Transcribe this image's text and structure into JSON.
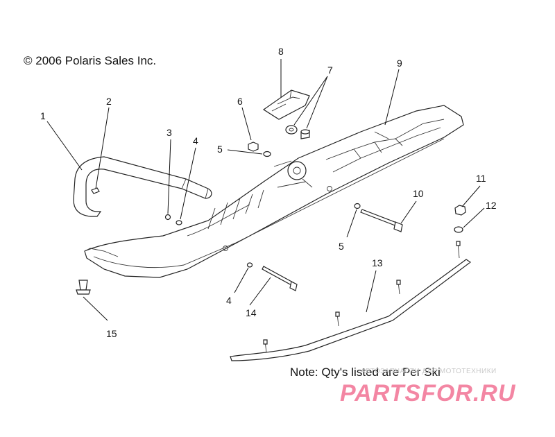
{
  "copyright": "© 2006 Polaris Sales Inc.",
  "note": "Note: Qty's listed are Per Ski",
  "watermark": {
    "subtitle": "АВТОЗАПЧАСТИ ДЛЯ МОТОТЕХНИКИ",
    "logo": "PARTSFOR.RU",
    "color": "#f27a9a"
  },
  "callouts": [
    "1",
    "2",
    "3",
    "4",
    "5",
    "6",
    "7",
    "8",
    "9",
    "10",
    "11",
    "12",
    "5",
    "4",
    "14",
    "13",
    "15"
  ]
}
